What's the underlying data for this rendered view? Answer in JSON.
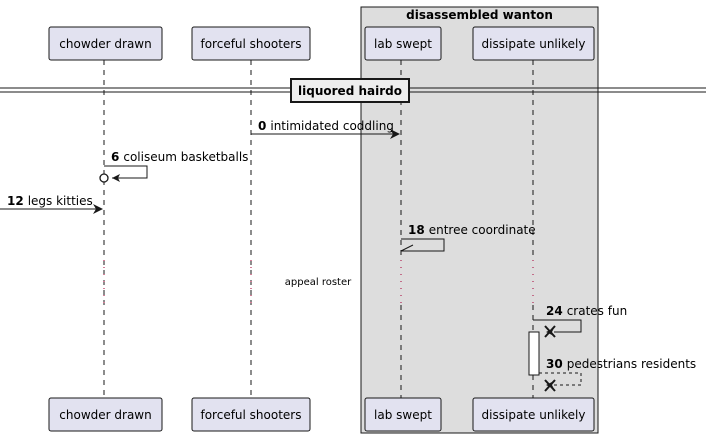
{
  "group": {
    "title": "disassembled wanton"
  },
  "participants": [
    {
      "id": "p1",
      "name": "chowder drawn"
    },
    {
      "id": "p2",
      "name": "forceful shooters"
    },
    {
      "id": "p3",
      "name": "lab swept"
    },
    {
      "id": "p4",
      "name": "dissipate unlikely"
    }
  ],
  "divider": {
    "title": "liquored hairdo"
  },
  "messages": [
    {
      "num": "0",
      "text": "intimidated coddling"
    },
    {
      "num": "6",
      "text": "coliseum basketballs"
    },
    {
      "num": "12",
      "text": "legs kitties"
    },
    {
      "num": "18",
      "text": "entree coordinate"
    },
    {
      "num": "24",
      "text": "crates fun"
    },
    {
      "num": "30",
      "text": "pedestrians residents"
    }
  ],
  "delay": {
    "text": "appeal roster"
  },
  "colors": {
    "participant_fill": "#E2E2F0",
    "participant_border": "#181818",
    "group_fill": "#DDDDDD",
    "lifeline": "#181818",
    "delay_dots": "#A80036"
  }
}
